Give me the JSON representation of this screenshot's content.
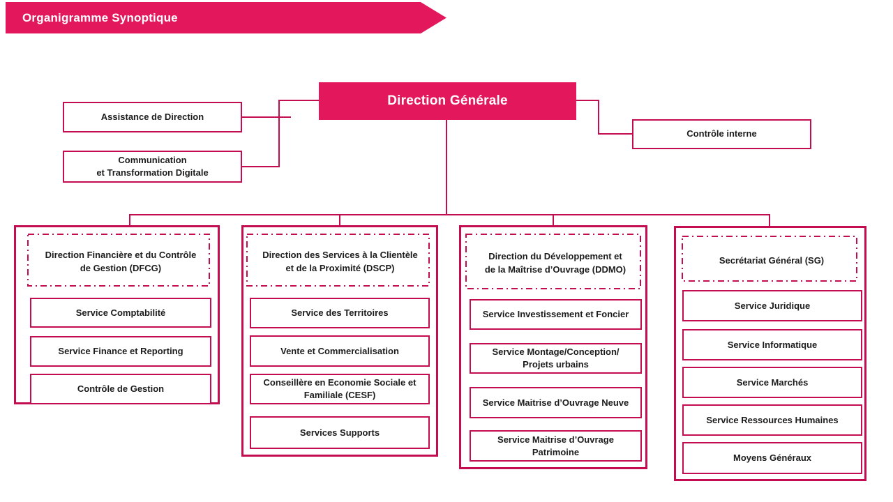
{
  "banner": {
    "title": "Organigramme Synoptique"
  },
  "root": {
    "label": "Direction Générale"
  },
  "staff_left": [
    {
      "label": "Assistance de Direction"
    },
    {
      "label": "Communication\net Transformation Digitale"
    }
  ],
  "staff_right": [
    {
      "label": "Contrôle interne"
    }
  ],
  "columns": [
    {
      "title": "Direction Financière et du Contrôle\nde Gestion (DFCG)",
      "services": [
        "Service Comptabilité",
        "Service Finance et Reporting",
        "Contrôle de Gestion"
      ]
    },
    {
      "title": "Direction des Services à la Clientèle\net de la Proximité (DSCP)",
      "services": [
        "Service des Territoires",
        "Vente et Commercialisation",
        "Conseillère en Economie Sociale et\nFamiliale (CESF)",
        "Services Supports"
      ]
    },
    {
      "title": "Direction du Développement et\nde la Maîtrise d’Ouvrage (DDMO)",
      "services": [
        "Service Investissement et Foncier",
        "Service Montage/Conception/\nProjets urbains",
        "Service Maitrise d’Ouvrage Neuve",
        "Service Maitrise d’Ouvrage\nPatrimoine"
      ]
    },
    {
      "title": "Secrétariat Général (SG)",
      "services": [
        "Service Juridique",
        "Service Informatique",
        "Service Marchés",
        "Service Ressources Humaines",
        "Moyens Généraux"
      ]
    }
  ],
  "colors": {
    "accent": "#E2175C",
    "line": "#C40D51",
    "ink": "#1C1C1C"
  }
}
